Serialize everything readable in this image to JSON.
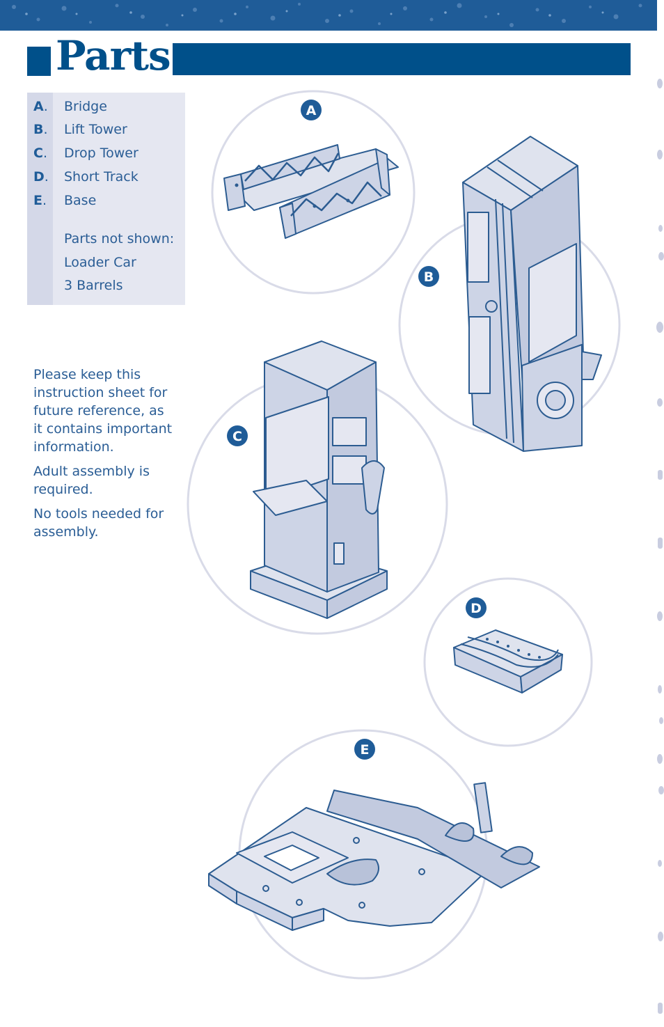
{
  "header": {
    "title": "Parts"
  },
  "parts": [
    {
      "letter": "A",
      "name": "Bridge"
    },
    {
      "letter": "B",
      "name": "Lift Tower"
    },
    {
      "letter": "C",
      "name": "Drop Tower"
    },
    {
      "letter": "D",
      "name": "Short Track"
    },
    {
      "letter": "E",
      "name": "Base"
    }
  ],
  "parts_not_shown": {
    "heading": "Parts not shown:",
    "items": [
      "Loader Car",
      "3 Barrels"
    ]
  },
  "notes": [
    "Please keep this instruction sheet for future reference, as it contains important information.",
    "Adult assembly is required.",
    "No tools needed for assembly."
  ],
  "labels": {
    "a": "A",
    "b": "B",
    "c": "C",
    "d": "D",
    "e": "E"
  },
  "colors": {
    "primary": "#00508a",
    "band": "#1f5c98",
    "text": "#2a5d95",
    "panel": "#e5e7f1",
    "line": "#2c5c91",
    "fill": "#cdd4e6",
    "circle": "#d9dbe8"
  }
}
